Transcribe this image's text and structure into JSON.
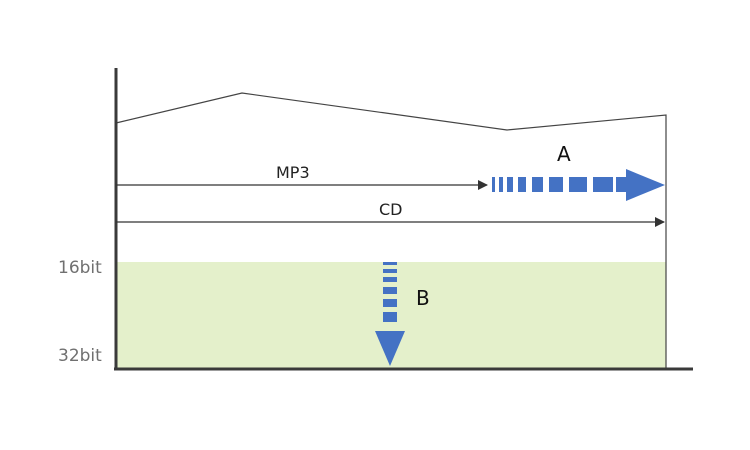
{
  "diagram": {
    "y_labels": {
      "top": "16bit",
      "bottom": "32bit"
    },
    "arrows": {
      "mp3_label": "MP3",
      "cd_label": "CD",
      "extension_a_label": "A",
      "extension_b_label": "B"
    },
    "colors": {
      "dynamic_range_fill": "#e4f0cb",
      "extension_arrow": "#4472c4",
      "line": "#333333",
      "axis": "#3a3a3a"
    }
  }
}
